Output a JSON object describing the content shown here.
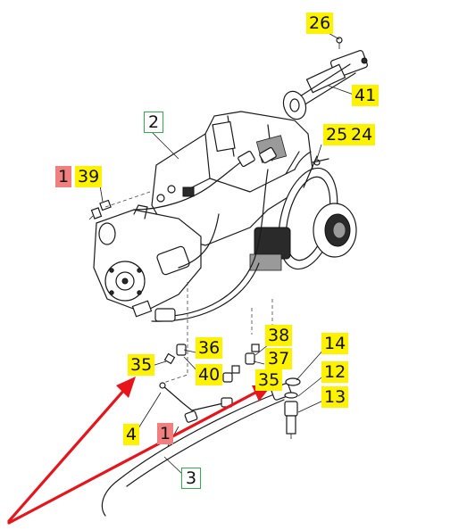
{
  "callouts": [
    {
      "id": "26",
      "label": "26",
      "style": "yellow"
    },
    {
      "id": "41",
      "label": "41",
      "style": "yellow"
    },
    {
      "id": "2",
      "label": "2",
      "style": "green-box"
    },
    {
      "id": "25",
      "label": "25",
      "style": "yellow"
    },
    {
      "id": "24",
      "label": "24",
      "style": "yellow"
    },
    {
      "id": "1a",
      "label": "1",
      "style": "red"
    },
    {
      "id": "39",
      "label": "39",
      "style": "yellow"
    },
    {
      "id": "38",
      "label": "38",
      "style": "yellow"
    },
    {
      "id": "14",
      "label": "14",
      "style": "yellow"
    },
    {
      "id": "36",
      "label": "36",
      "style": "yellow"
    },
    {
      "id": "37",
      "label": "37",
      "style": "yellow"
    },
    {
      "id": "35a",
      "label": "35",
      "style": "yellow"
    },
    {
      "id": "40",
      "label": "40",
      "style": "yellow"
    },
    {
      "id": "35b",
      "label": "35",
      "style": "yellow"
    },
    {
      "id": "12",
      "label": "12",
      "style": "yellow"
    },
    {
      "id": "13",
      "label": "13",
      "style": "yellow"
    },
    {
      "id": "4",
      "label": "4",
      "style": "yellow"
    },
    {
      "id": "1b",
      "label": "1",
      "style": "red"
    },
    {
      "id": "3",
      "label": "3",
      "style": "green-box"
    }
  ],
  "colors": {
    "highlight_yellow": "#fff200",
    "highlight_red": "#f08080",
    "box_green": "#2bb34a",
    "arrow_red": "#e8141b",
    "line": "#1a1a1a"
  },
  "arrows": {
    "count": 2,
    "points_to": [
      "35a",
      "35b"
    ]
  }
}
